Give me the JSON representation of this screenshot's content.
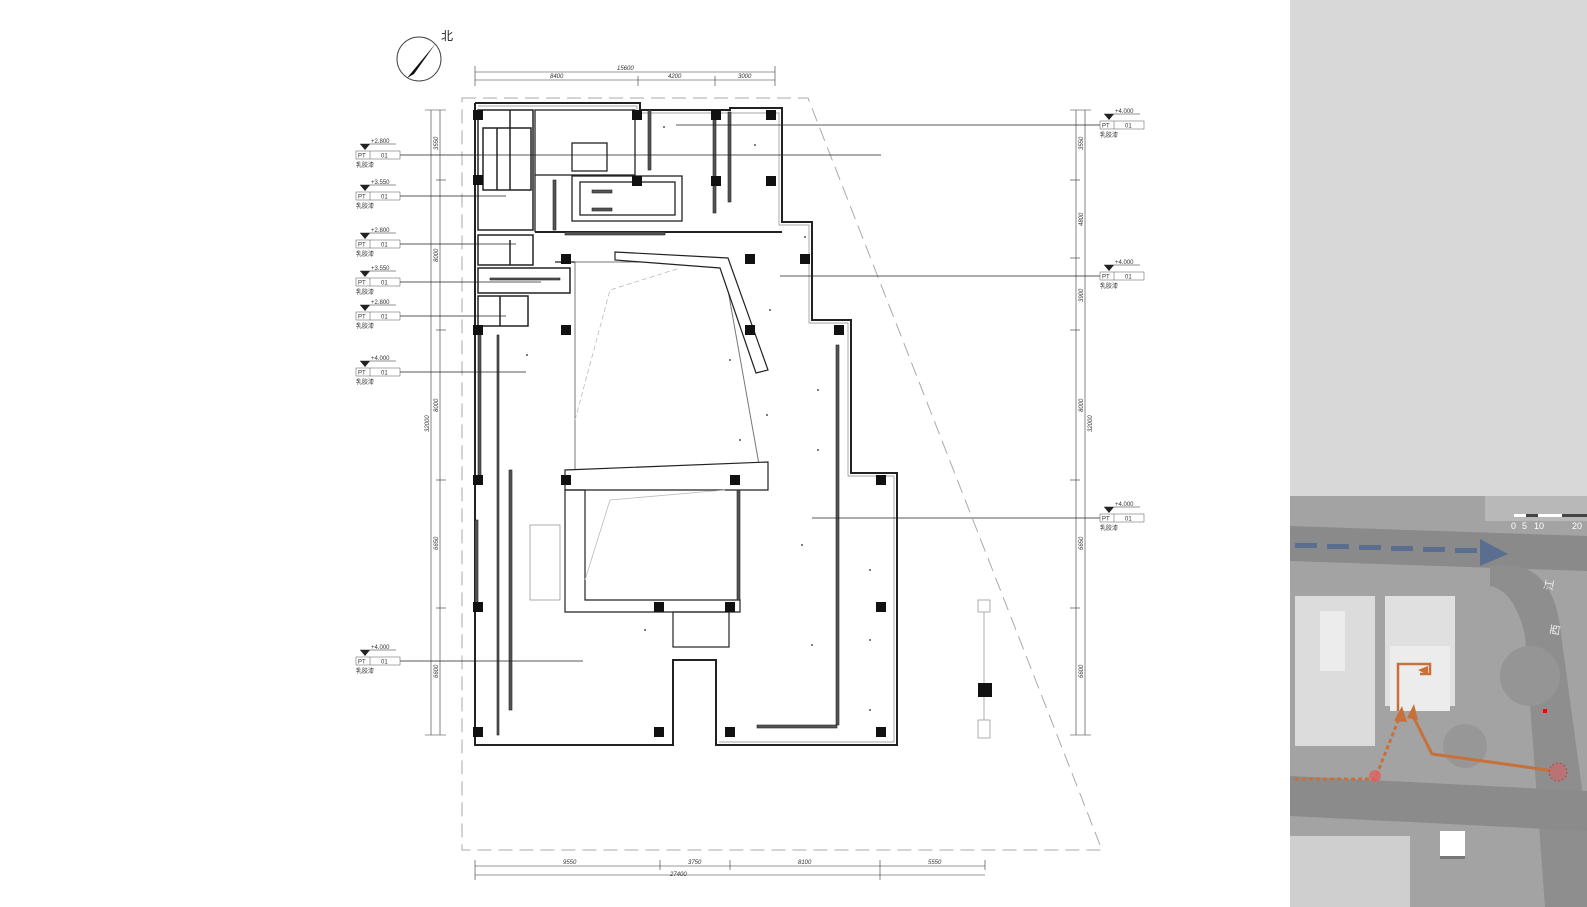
{
  "north": {
    "label": "北"
  },
  "dimensions": {
    "top": {
      "total": "15600",
      "segments": [
        "8400",
        "4200",
        "3000"
      ]
    },
    "bottom": {
      "total": "27400",
      "segments": [
        "9550",
        "3750",
        "8100",
        "5550"
      ]
    },
    "left": {
      "total": "32000",
      "segments": [
        "3550",
        "8000",
        "8000",
        "6650",
        "6600"
      ]
    },
    "right": {
      "total": "32000",
      "segments": [
        "3550",
        "4800",
        "3900",
        "8000",
        "6650",
        "6600"
      ]
    }
  },
  "ceiling_tags": {
    "left": [
      {
        "level": "+2.800",
        "code": "PT",
        "num": "01",
        "note": "乳胶漆"
      },
      {
        "level": "+3.550",
        "code": "PT",
        "num": "01",
        "note": "乳胶漆"
      },
      {
        "level": "+2.800",
        "code": "PT",
        "num": "01",
        "note": "乳胶漆"
      },
      {
        "level": "+3.550",
        "code": "PT",
        "num": "01",
        "note": "乳胶漆"
      },
      {
        "level": "+2.800",
        "code": "PT",
        "num": "01",
        "note": "乳胶漆"
      },
      {
        "level": "+4.000",
        "code": "PT",
        "num": "01",
        "note": "乳胶漆"
      },
      {
        "level": "+4.000",
        "code": "PT",
        "num": "01",
        "note": "乳胶漆"
      }
    ],
    "right": [
      {
        "level": "+4.000",
        "code": "PT",
        "num": "01",
        "note": "乳胶漆"
      },
      {
        "level": "+4.000",
        "code": "PT",
        "num": "01",
        "note": "乳胶漆"
      },
      {
        "level": "+4.000",
        "code": "PT",
        "num": "01",
        "note": "乳胶漆"
      }
    ]
  },
  "site_map": {
    "scale_labels": [
      "0",
      "5",
      "10",
      "20"
    ],
    "street_glyphs": [
      "江",
      "西"
    ],
    "colors": {
      "route": "#c8703a",
      "arrow": "#5a6f8f",
      "panel": "#d8d8d8",
      "map_bg": "#9e9e9e",
      "marker": "#e06060"
    }
  }
}
